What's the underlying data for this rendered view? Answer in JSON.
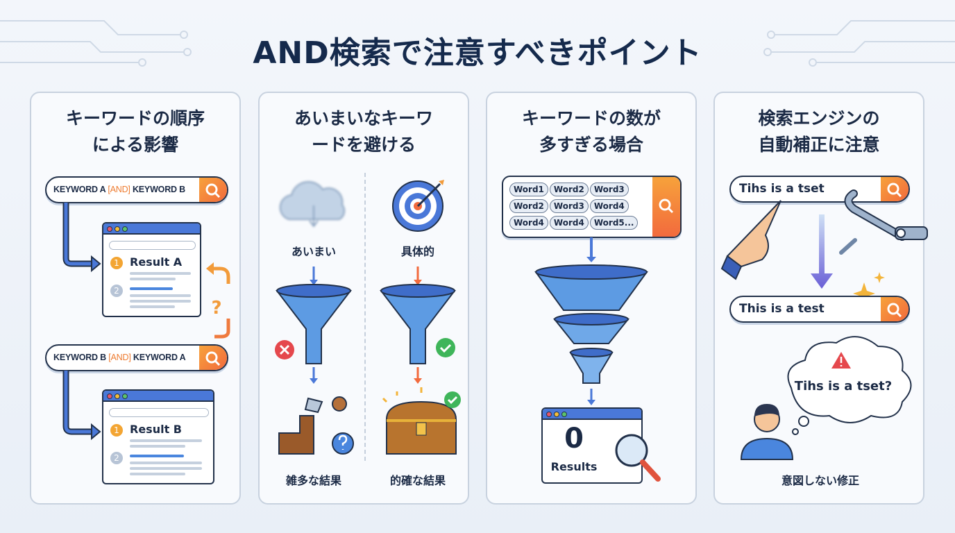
{
  "title": "AND検索で注意すべきポイント",
  "panels": [
    {
      "heading": [
        "キーワードの順序",
        "による影響"
      ],
      "search1": {
        "left": "KEYWORD A",
        "op": "[AND]",
        "right": "KEYWORD B"
      },
      "result1": "Result A",
      "search2": {
        "left": "KEYWORD B",
        "op": "[AND]",
        "right": "KEYWORD A"
      },
      "result2": "Result B",
      "rank": [
        "1",
        "2"
      ],
      "question": "?"
    },
    {
      "heading": [
        "あいまいなキーワ",
        "ードを避ける"
      ],
      "left_label": "あいまい",
      "right_label": "具体的",
      "left_result": "雑多な結果",
      "right_result": "的確な結果"
    },
    {
      "heading": [
        "キーワードの数が",
        "多すぎる場合"
      ],
      "words": [
        "Word1",
        "Word2",
        "Word3",
        "Word2",
        "Word3",
        "Word4",
        "Word4",
        "Word4",
        "Word5..."
      ],
      "count": "0",
      "results_label": "Results"
    },
    {
      "heading": [
        "検索エンジンの",
        "自動補正に注意"
      ],
      "typed": "Tihs is a tset",
      "corrected": "This is a test",
      "thought": "Tihs is a tset?",
      "caption": "意図しない修正"
    }
  ],
  "colors": {
    "accent_orange": "#f26a3d",
    "accent_blue": "#4a78d8",
    "navy": "#152a4c"
  }
}
